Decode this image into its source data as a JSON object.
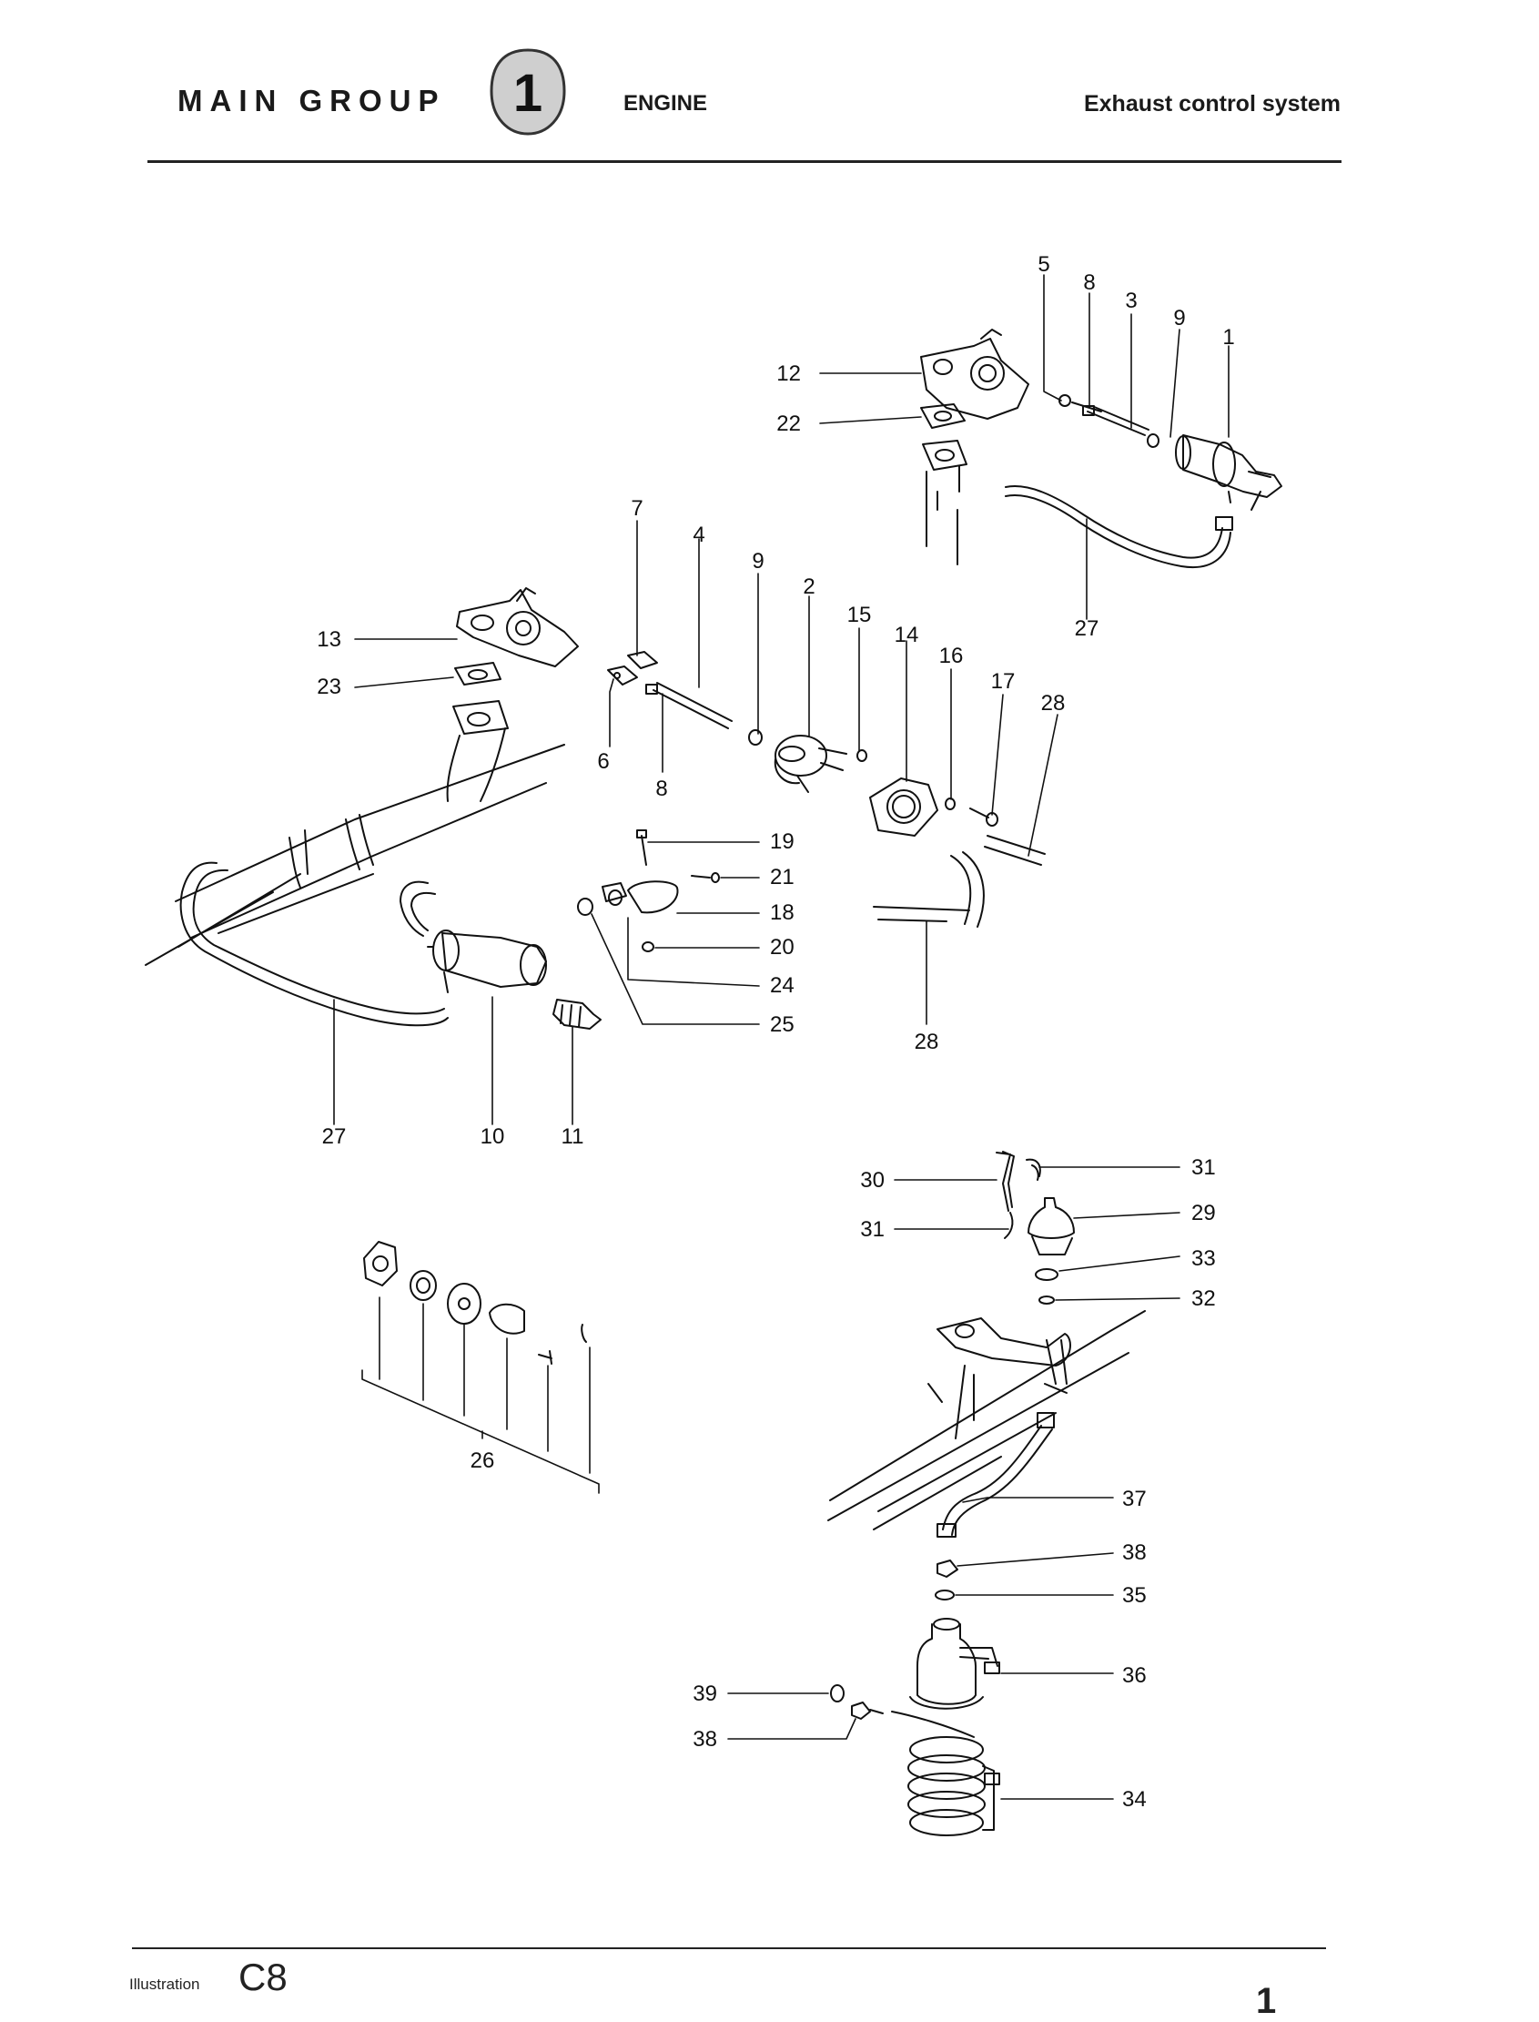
{
  "header": {
    "main_group": "MAIN GROUP",
    "group_number": "1",
    "section": "ENGINE",
    "title": "Exhaust control system"
  },
  "callouts": {
    "c1": "1",
    "c2": "2",
    "c3": "3",
    "c4": "4",
    "c5": "5",
    "c6": "6",
    "c7": "7",
    "c8": "8",
    "c9": "9",
    "c10": "10",
    "c11": "11",
    "c12": "12",
    "c13": "13",
    "c14": "14",
    "c15": "15",
    "c16": "16",
    "c17": "17",
    "c18": "18",
    "c19": "19",
    "c20": "20",
    "c21": "21",
    "c22": "22",
    "c23": "23",
    "c24": "24",
    "c25": "25",
    "c26": "26",
    "c27": "27",
    "c28": "28",
    "c29": "29",
    "c30": "30",
    "c31": "31",
    "c32": "32",
    "c33": "33",
    "c34": "34",
    "c35": "35",
    "c36": "36",
    "c37": "37",
    "c38": "38",
    "c39": "39"
  },
  "footer": {
    "illustration_label": "Illustration",
    "illustration_code": "C8",
    "page_number": "1"
  },
  "colors": {
    "ink": "#111111",
    "paper": "#ffffff"
  }
}
